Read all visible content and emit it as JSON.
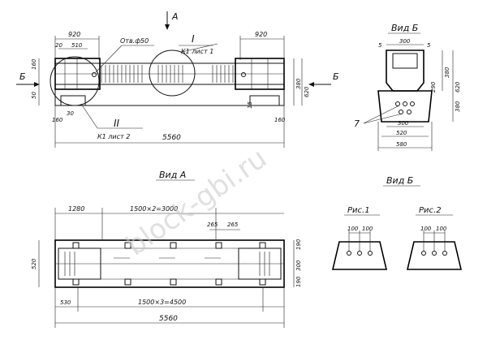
{
  "watermark": "block-gbi.ru",
  "views": {
    "view_a_arrow": "А",
    "view_a_title": "Вид А",
    "view_b_title_top": "Вид Б",
    "view_b_title_bottom": "Вид Б",
    "section_arrow_left": "Б",
    "section_arrow_right": "Б"
  },
  "callouts": {
    "node_i_roman": "I",
    "node_i_ref": "К1 лист 1",
    "node_ii_roman": "II",
    "node_ii_ref": "К1 лист 2",
    "hole_note": "Отв.ф50",
    "item_7": "7"
  },
  "figures": {
    "fig1": "Рис.1",
    "fig2": "Рис.2"
  },
  "dims_main": {
    "d920_left": "920",
    "d920_right": "920",
    "d20": "20",
    "d510": "510",
    "d160_a": "160",
    "d160_b": "160",
    "d160_c": "160",
    "d30": "30",
    "d50": "50",
    "d620": "620",
    "d380": "380",
    "d15": "15",
    "d5560": "5560"
  },
  "dims_side": {
    "d5a": "5",
    "d5b": "5",
    "d380": "380",
    "d300": "300",
    "d620": "620",
    "d380b": "380",
    "d290": "290",
    "d300b": "300",
    "d520": "520",
    "d580": "580"
  },
  "dims_plan": {
    "d1280": "1280",
    "d1500x2": "1500×2=3000",
    "d265a": "265",
    "d265b": "265",
    "d190a": "190",
    "d190b": "190",
    "d300": "300",
    "d520": "520",
    "d530": "530",
    "d1500x3": "1500×3=4500",
    "d5560": "5560"
  },
  "dims_figs": {
    "f1_100a": "100",
    "f1_100b": "100",
    "f2_100a": "100",
    "f2_100b": "100"
  }
}
